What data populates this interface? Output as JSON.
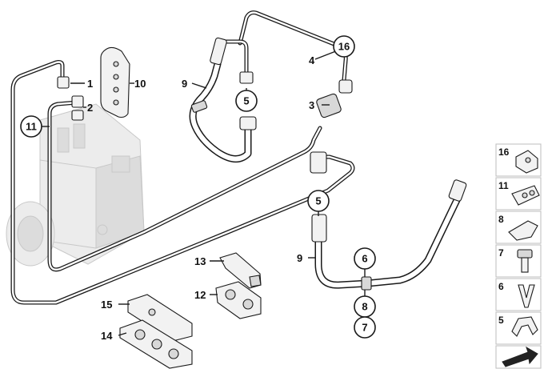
{
  "labels": {
    "l1": "1",
    "l2": "2",
    "l3": "3",
    "l4": "4",
    "l9a": "9",
    "l9b": "9",
    "l10": "10",
    "l12": "12",
    "l13": "13",
    "l14": "14",
    "l15": "15"
  },
  "callouts": {
    "c11": "11",
    "c16": "16",
    "c5a": "5",
    "c5b": "5",
    "c6": "6",
    "c8": "8",
    "c7": "7"
  },
  "legend": {
    "items": [
      "16",
      "11",
      "8",
      "7",
      "6",
      "5"
    ]
  }
}
